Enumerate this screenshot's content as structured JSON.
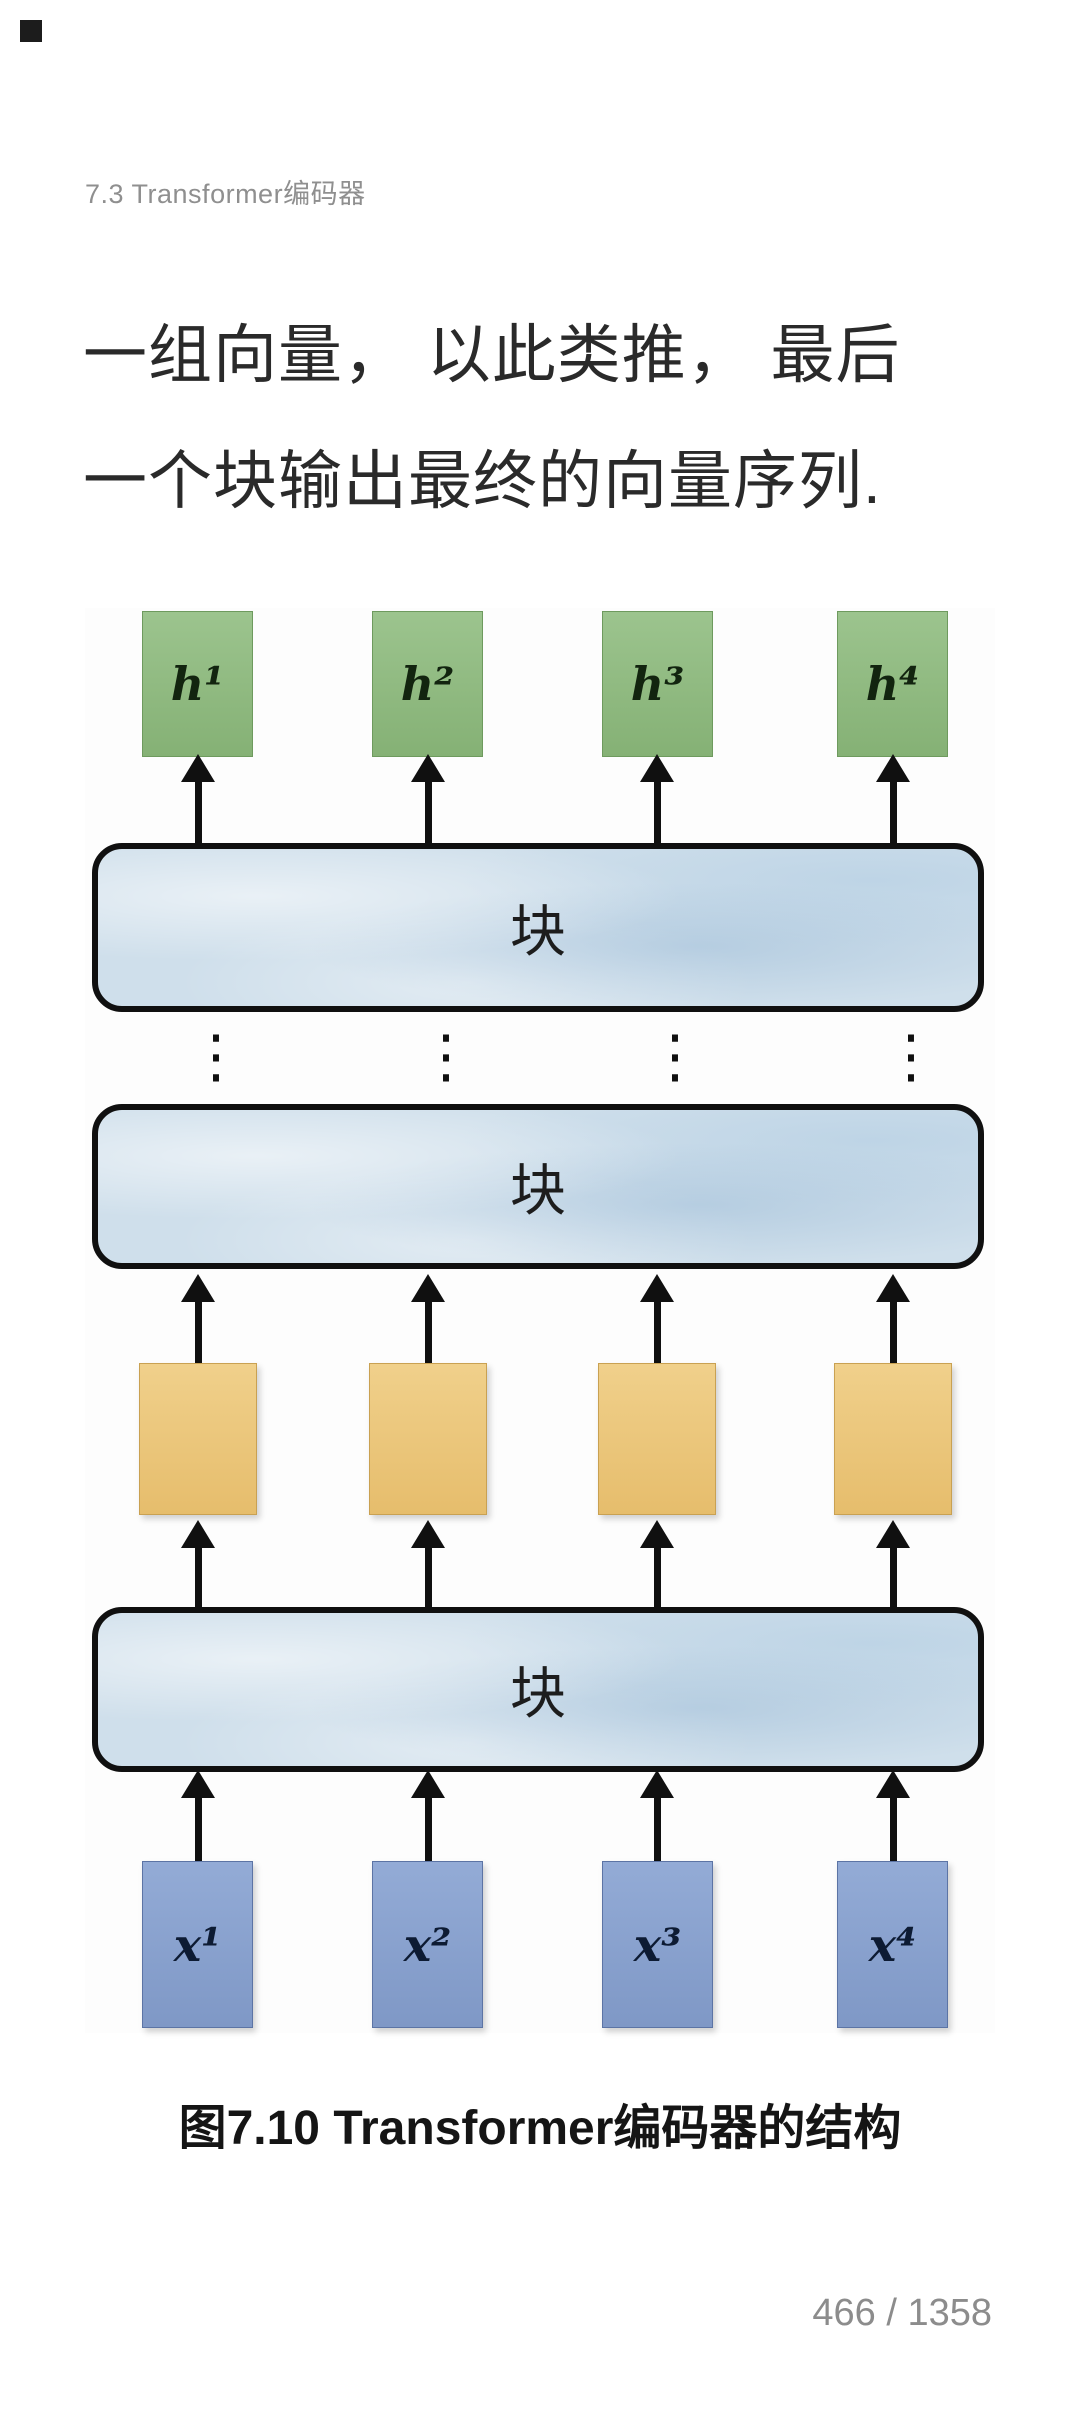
{
  "header": {
    "section": "7.3 Transformer编码器"
  },
  "body": {
    "text": "一组向量， 以此类推， 最后\n一个块输出最终的向量序列."
  },
  "figure": {
    "block_label": "块",
    "dots": "⋮",
    "h_labels": [
      "h¹",
      "h²",
      "h³",
      "h⁴"
    ],
    "x_labels": [
      "x¹",
      "x²",
      "x³",
      "x⁴"
    ],
    "caption": "图7.10 Transformer编码器的结构"
  },
  "footer": {
    "page_indicator": "466 / 1358"
  },
  "colors": {
    "output_box_green": "#8eba80",
    "intermediate_box_yellow": "#ebc77c",
    "input_box_blue": "#89a1ce",
    "block_fill_blue": "#cfdfeb",
    "block_border": "#101010",
    "text_primary": "#2a2a2a",
    "text_muted": "#8f8f8f"
  }
}
